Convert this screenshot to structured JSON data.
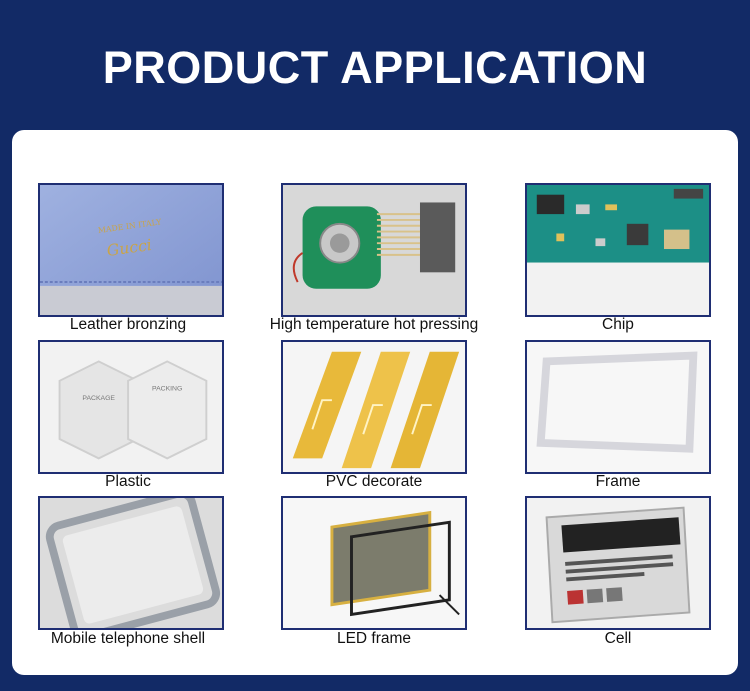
{
  "header": {
    "title": "PRODUCT APPLICATION"
  },
  "applications": [
    {
      "label": "Leather bronzing",
      "icon": "leather-bronzing-photo"
    },
    {
      "label": "High temperature hot pressing",
      "icon": "circuit-board-hot-pressing-photo"
    },
    {
      "label": "Chip",
      "icon": "chip-board-photo"
    },
    {
      "label": "Plastic",
      "icon": "plastic-boxes-photo"
    },
    {
      "label": "PVC decorate",
      "icon": "pvc-moulding-photo"
    },
    {
      "label": "Frame",
      "icon": "frame-photo"
    },
    {
      "label": "Mobile telephone shell",
      "icon": "phone-shell-photo"
    },
    {
      "label": "LED frame",
      "icon": "led-frame-photo"
    },
    {
      "label": "Cell",
      "icon": "battery-cell-photo"
    }
  ],
  "colors": {
    "background": "#122a66",
    "panel": "#ffffff",
    "tile_border": "#1f2e73",
    "title_text": "#ffffff"
  }
}
